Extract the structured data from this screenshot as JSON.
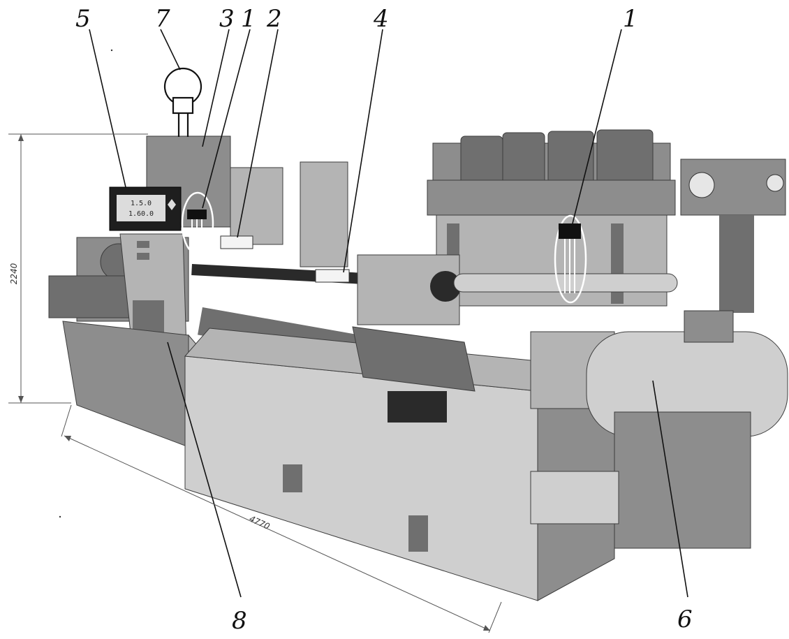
{
  "callouts": [
    "1",
    "1",
    "2",
    "3",
    "4",
    "5",
    "6",
    "7",
    "8"
  ],
  "dimensions": {
    "height": "2240",
    "length": "4770"
  },
  "display": {
    "line1": "1.5.0",
    "line2": "1.60.0"
  },
  "colors": {
    "background": "#ffffff",
    "machine_dark": "#6f6f6f",
    "machine_light": "#b4b4b4",
    "ink": "#111111"
  },
  "icons": [
    "lamp-icon",
    "sensor-icon"
  ]
}
